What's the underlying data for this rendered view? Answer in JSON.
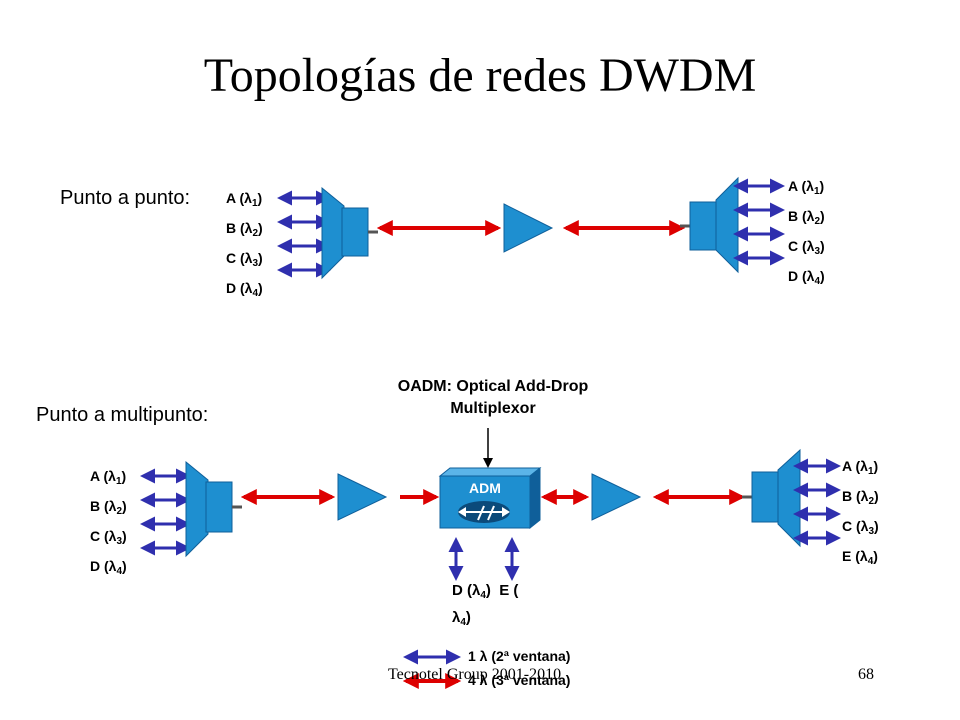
{
  "title": "Topologías de redes DWDM",
  "point_to_point": {
    "label": "Punto a punto:",
    "left_channels": [
      {
        "name": "A",
        "idx": "1"
      },
      {
        "name": "B",
        "idx": "2"
      },
      {
        "name": "C",
        "idx": "3"
      },
      {
        "name": "D",
        "idx": "4"
      }
    ],
    "right_channels": [
      {
        "name": "A",
        "idx": "1"
      },
      {
        "name": "B",
        "idx": "2"
      },
      {
        "name": "C",
        "idx": "3"
      },
      {
        "name": "D",
        "idx": "4"
      }
    ]
  },
  "point_to_multipoint": {
    "label": "Punto a multipunto:",
    "oadm_line1": "OADM: Optical Add-Drop",
    "oadm_line2": "Multiplexor",
    "adm_label": "ADM",
    "left_channels": [
      {
        "name": "A",
        "idx": "1"
      },
      {
        "name": "B",
        "idx": "2"
      },
      {
        "name": "C",
        "idx": "3"
      },
      {
        "name": "D",
        "idx": "4"
      }
    ],
    "right_channels": [
      {
        "name": "A",
        "idx": "1"
      },
      {
        "name": "B",
        "idx": "2"
      },
      {
        "name": "C",
        "idx": "3"
      },
      {
        "name": "E",
        "idx": "4"
      }
    ],
    "drop_label_d": "D (",
    "drop_label_d_idx": "4",
    "drop_label_e": "E (",
    "drop_label_e_idx": "4"
  },
  "legend": {
    "blue": "1 λ (2ª ventana)",
    "red": "4 λ (3ª ventana)"
  },
  "footer": {
    "left": "Tecnotel Group 2001-2010",
    "page": "68"
  },
  "colors": {
    "blue_arrow": "#2f2fae",
    "red_arrow": "#dd0000",
    "device": "#1e8fd0",
    "device_dark": "#0f5f9a"
  }
}
